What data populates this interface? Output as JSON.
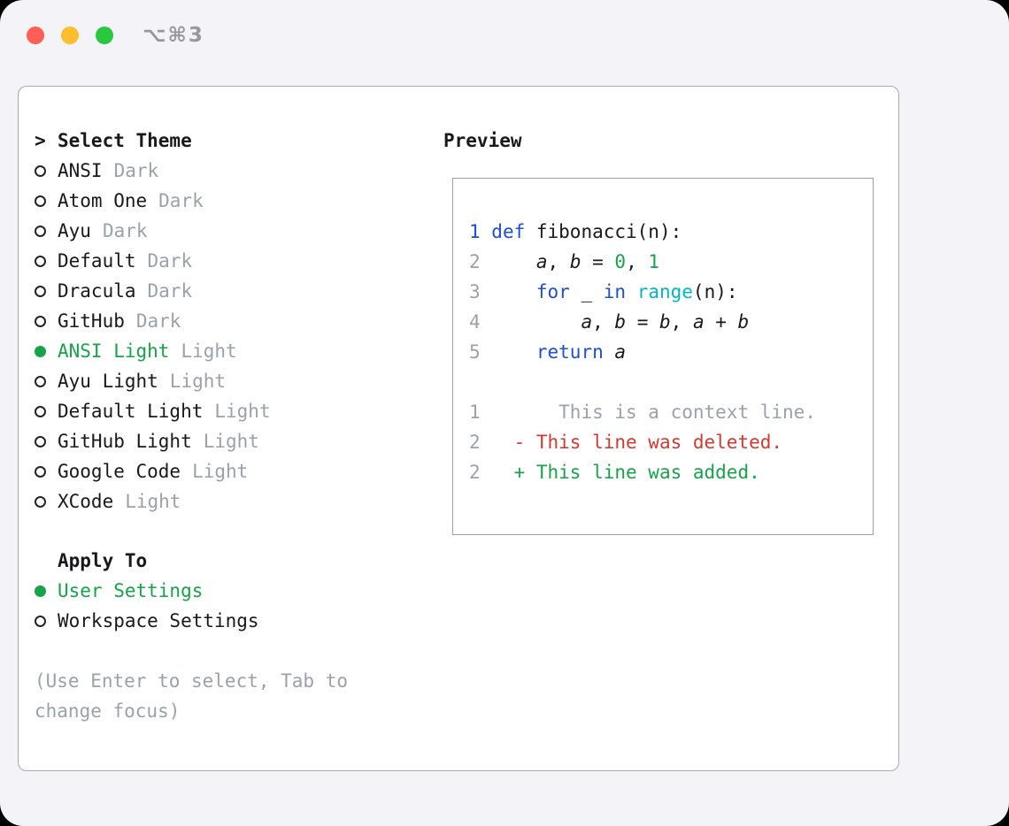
{
  "window": {
    "titlebar_shortcut": "⌥⌘3"
  },
  "theme_panel": {
    "prompt": ">",
    "title": "Select Theme",
    "themes": [
      {
        "name": "ANSI",
        "variant": "Dark",
        "selected": false
      },
      {
        "name": "Atom One",
        "variant": "Dark",
        "selected": false
      },
      {
        "name": "Ayu",
        "variant": "Dark",
        "selected": false
      },
      {
        "name": "Default",
        "variant": "Dark",
        "selected": false
      },
      {
        "name": "Dracula",
        "variant": "Dark",
        "selected": false
      },
      {
        "name": "GitHub",
        "variant": "Dark",
        "selected": false
      },
      {
        "name": "ANSI Light",
        "variant": "Light",
        "selected": true
      },
      {
        "name": "Ayu Light",
        "variant": "Light",
        "selected": false
      },
      {
        "name": "Default Light",
        "variant": "Light",
        "selected": false
      },
      {
        "name": "GitHub Light",
        "variant": "Light",
        "selected": false
      },
      {
        "name": "Google Code",
        "variant": "Light",
        "selected": false
      },
      {
        "name": "XCode",
        "variant": "Light",
        "selected": false
      }
    ],
    "apply_to": {
      "title": "Apply To",
      "options": [
        {
          "label": "User Settings",
          "selected": true
        },
        {
          "label": "Workspace Settings",
          "selected": false
        }
      ]
    },
    "hint": "(Use Enter to select, Tab to change focus)"
  },
  "preview": {
    "title": "Preview",
    "lines": [
      [
        {
          "t": "1 ",
          "c": "lnb"
        },
        {
          "t": "def",
          "c": "kw"
        },
        {
          "t": " fibonacci(n):",
          "c": "p"
        }
      ],
      [
        {
          "t": "2 ",
          "c": "ln"
        },
        {
          "t": "    ",
          "c": "p"
        },
        {
          "t": "a",
          "c": "var"
        },
        {
          "t": ", ",
          "c": "p"
        },
        {
          "t": "b",
          "c": "var"
        },
        {
          "t": " = ",
          "c": "p"
        },
        {
          "t": "0",
          "c": "num"
        },
        {
          "t": ", ",
          "c": "p"
        },
        {
          "t": "1",
          "c": "num"
        }
      ],
      [
        {
          "t": "3 ",
          "c": "ln"
        },
        {
          "t": "    ",
          "c": "p"
        },
        {
          "t": "for",
          "c": "kw"
        },
        {
          "t": " _ ",
          "c": "p"
        },
        {
          "t": "in",
          "c": "kw"
        },
        {
          "t": " ",
          "c": "p"
        },
        {
          "t": "range",
          "c": "fn"
        },
        {
          "t": "(n):",
          "c": "p"
        }
      ],
      [
        {
          "t": "4 ",
          "c": "ln"
        },
        {
          "t": "        ",
          "c": "p"
        },
        {
          "t": "a",
          "c": "var"
        },
        {
          "t": ", ",
          "c": "p"
        },
        {
          "t": "b",
          "c": "var"
        },
        {
          "t": " = ",
          "c": "p"
        },
        {
          "t": "b",
          "c": "var"
        },
        {
          "t": ", ",
          "c": "p"
        },
        {
          "t": "a",
          "c": "var"
        },
        {
          "t": " + ",
          "c": "p"
        },
        {
          "t": "b",
          "c": "var"
        }
      ],
      [
        {
          "t": "5 ",
          "c": "ln"
        },
        {
          "t": "    ",
          "c": "p"
        },
        {
          "t": "return",
          "c": "kw"
        },
        {
          "t": " ",
          "c": "p"
        },
        {
          "t": "a",
          "c": "var"
        }
      ],
      [],
      [
        {
          "t": "1 ",
          "c": "ln"
        },
        {
          "t": "      This is a context line.",
          "c": "ctx"
        }
      ],
      [
        {
          "t": "2 ",
          "c": "ln"
        },
        {
          "t": "  ",
          "c": "p"
        },
        {
          "t": "- This line was deleted.",
          "c": "del"
        }
      ],
      [
        {
          "t": "2 ",
          "c": "ln"
        },
        {
          "t": "  ",
          "c": "p"
        },
        {
          "t": "+ This line was added.",
          "c": "add"
        }
      ]
    ]
  },
  "colors": {
    "window_bg": "#f4f3f7",
    "text_black": "#17191d",
    "panel_border": "#a6aab2",
    "preview_border": "#9aa0a8",
    "accent_green": "#16a34a",
    "keyword_blue": "#1d4ed8",
    "function_cyan": "#00b7c3",
    "number_green": "#16a34a",
    "deleted_red": "#d33a2f",
    "muted_gray": "#9ba1ab",
    "shortcut_gray": "#96989d",
    "traffic_red": "#ff5f57",
    "traffic_yellow": "#febc2e",
    "traffic_green": "#28c840"
  }
}
